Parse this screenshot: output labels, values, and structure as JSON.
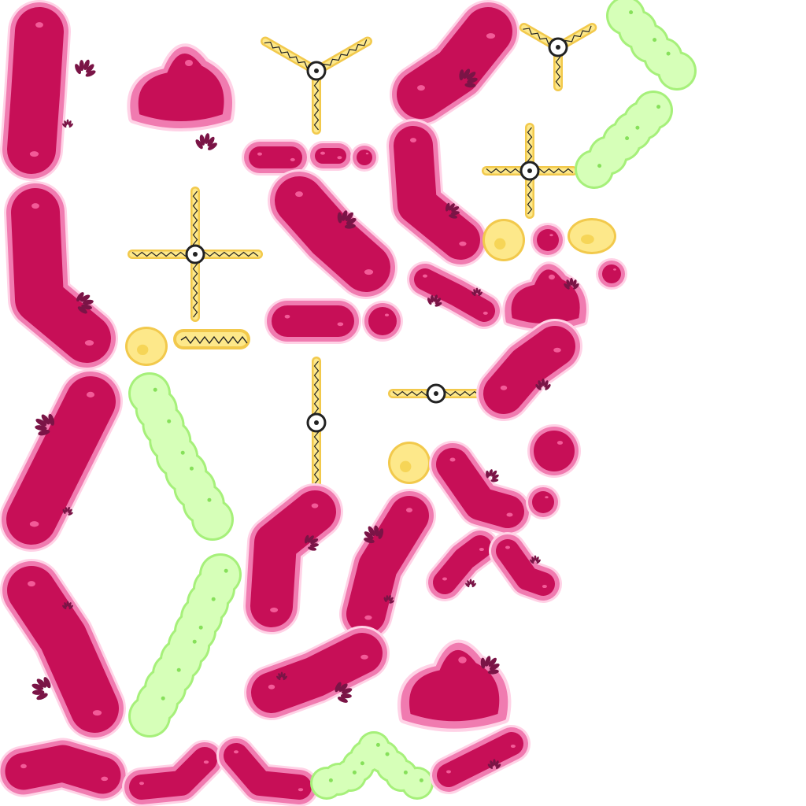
{
  "sheet": {
    "kind": "sprite-atlas",
    "background": "#ffffff"
  },
  "palette": {
    "body_fill": "#c70f57",
    "body_rim": "#f07bb0",
    "body_outline": "#ffd2e6",
    "body_shine": "#f25b98",
    "tuft": "#7a1446",
    "green_fill": "#d6ffb8",
    "green_outline": "#a6f07a",
    "green_dot": "#86e05a",
    "yellow_fill": "#fde88a",
    "yellow_outline": "#f2c94c",
    "yellow_core": "#f4cf4a",
    "squiggle": "#222222"
  },
  "sprites": [
    {
      "kind": "bacterium-blob",
      "icon": "magenta-bacillus-bent"
    },
    {
      "kind": "bacterium-blob",
      "icon": "magenta-bacillus-triangle"
    },
    {
      "kind": "bacterium-blob",
      "icon": "magenta-bacillus-curved"
    },
    {
      "kind": "bacterium-blob",
      "icon": "magenta-coccus-round"
    },
    {
      "kind": "bacterium-blob",
      "icon": "magenta-diplococcus"
    },
    {
      "kind": "green-colony",
      "icon": "green-streptococcus-chain"
    },
    {
      "kind": "green-colony",
      "icon": "green-coccus-cluster"
    },
    {
      "kind": "yellow-spore",
      "icon": "yellow-spore-round"
    },
    {
      "kind": "yellow-spore",
      "icon": "yellow-spore-oval"
    },
    {
      "kind": "flagella-spinner",
      "icon": "yellow-three-arm-spinner"
    },
    {
      "kind": "flagella-spinner",
      "icon": "yellow-cross-spinner"
    },
    {
      "kind": "flagella-spinner",
      "icon": "yellow-bar-spinner"
    }
  ]
}
